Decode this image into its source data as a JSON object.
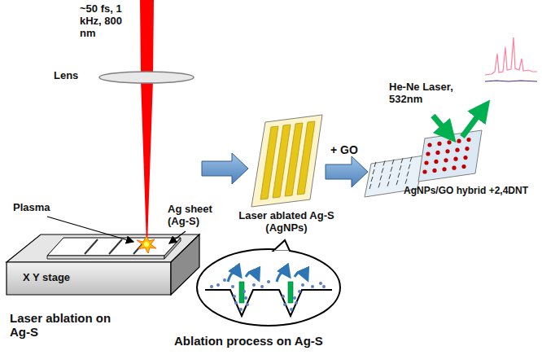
{
  "diagram": {
    "labels": [
      "~50 fs, 1 kHz, 800 nm",
      "Lens",
      "Plasma",
      "Ag sheet (Ag-S)",
      "X Y stage",
      "Laser ablation on Ag-S",
      "Laser ablated Ag-S (AgNPs)",
      "+ GO",
      "AgNPs/GO hybrid +2,4DNT",
      "He-Ne Laser, 532nm",
      "Ablation process on Ag-S"
    ]
  }
}
